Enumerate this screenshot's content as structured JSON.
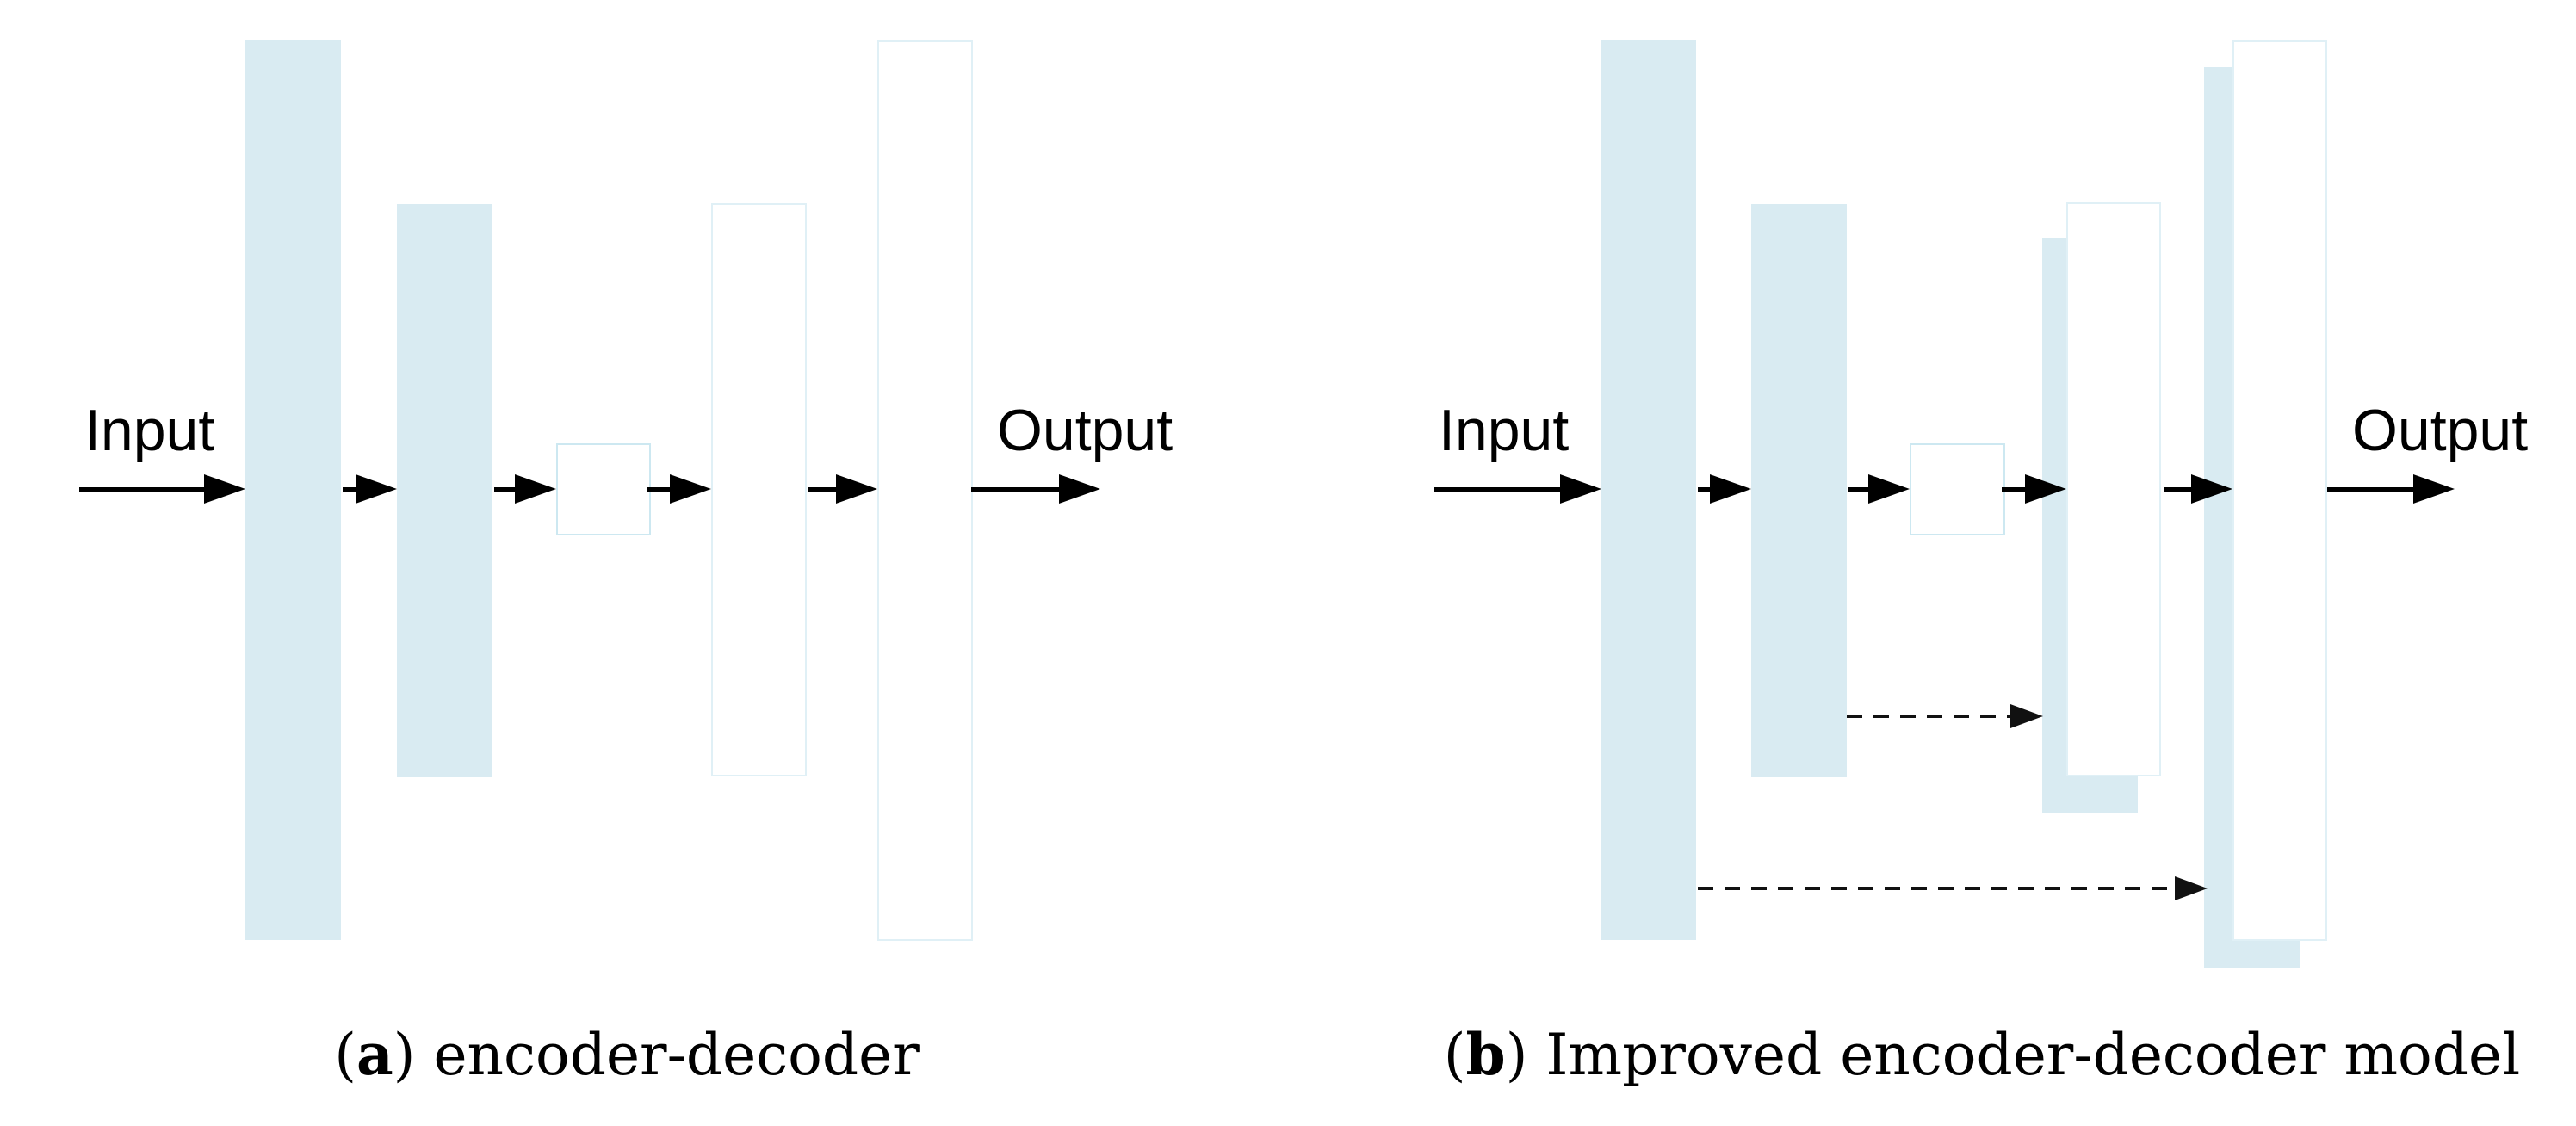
{
  "figure": {
    "background": "#ffffff",
    "colors": {
      "bar_fill_blue": "#d9ebf2",
      "white_bar_border": "#e0f0f6",
      "bottleneck_box_border": "#cde8f1",
      "arrow": "#000000"
    },
    "panels": [
      {
        "id": "a",
        "labels": {
          "input": "Input",
          "output": "Output"
        },
        "caption": {
          "open": "(",
          "letter": "a",
          "close": ")",
          "text": " encoder-decoder"
        },
        "blocks": [
          {
            "role": "encoder-bar-large",
            "fill": "blue"
          },
          {
            "role": "encoder-bar-medium",
            "fill": "blue"
          },
          {
            "role": "bottleneck-box",
            "fill": "white"
          },
          {
            "role": "decoder-bar-medium",
            "fill": "white"
          },
          {
            "role": "decoder-bar-large",
            "fill": "white"
          }
        ],
        "skip_connections": []
      },
      {
        "id": "b",
        "labels": {
          "input": "Input",
          "output": "Output"
        },
        "caption": {
          "open": "(",
          "letter": "b",
          "close": ")",
          "text": " Improved encoder-decoder model"
        },
        "blocks": [
          {
            "role": "encoder-bar-large",
            "fill": "blue"
          },
          {
            "role": "encoder-bar-medium",
            "fill": "blue"
          },
          {
            "role": "bottleneck-box",
            "fill": "white"
          },
          {
            "role": "decoder-bar-medium",
            "fill": "white",
            "skip_feature_bar": "blue-offset-behind"
          },
          {
            "role": "decoder-bar-large",
            "fill": "white",
            "skip_feature_bar": "blue-offset-behind"
          }
        ],
        "skip_connections": [
          {
            "style": "dashed-arrow",
            "from": "encoder-bar-medium",
            "to": "decoder-bar-medium"
          },
          {
            "style": "dashed-arrow",
            "from": "encoder-bar-large",
            "to": "decoder-bar-large"
          }
        ]
      }
    ]
  }
}
